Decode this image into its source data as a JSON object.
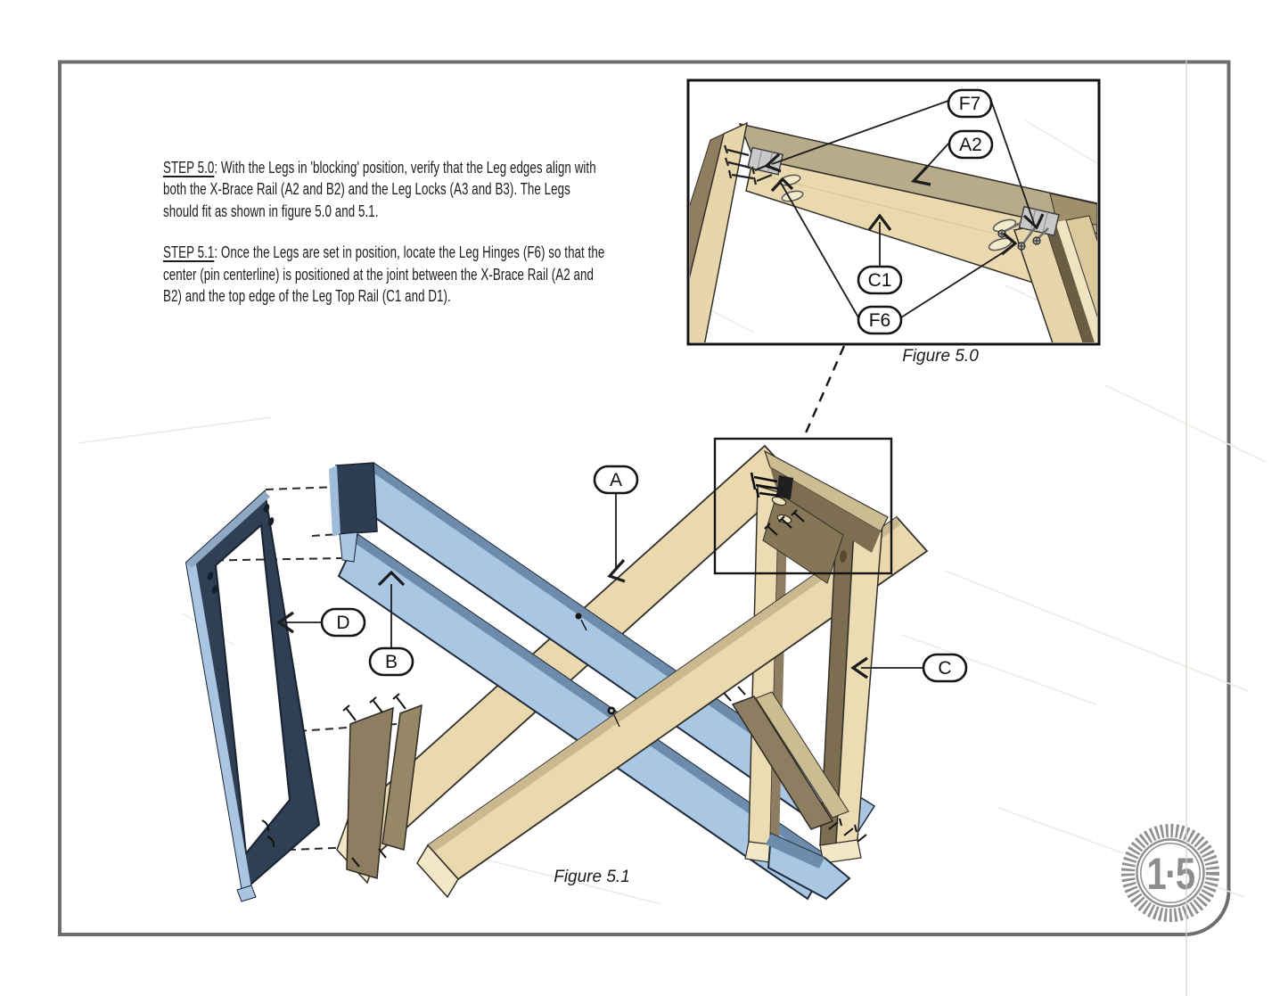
{
  "page": {
    "background": "#ffffff",
    "border_color": "#6e6e6e"
  },
  "instructions": {
    "step_50_label": "STEP 5.0",
    "step_50_text": ": With the Legs in 'blocking' position, verify that the Leg edges align with both the X-Brace Rail (A2 and B2) and the Leg Locks (A3 and B3). The Legs should fit as shown in figure 5.0 and 5.1.",
    "step_51_label": "STEP 5.1",
    "step_51_text": ": Once the Legs are set in position, locate the Leg Hinges (F6) so that the center (pin centerline) is positioned at the joint between the X-Brace Rail (A2 and B2) and the top edge of the Leg Top Rail (C1 and D1)."
  },
  "figure_50": {
    "caption": "Figure 5.0",
    "callout_f7": "F7",
    "callout_a2": "A2",
    "callout_c1": "C1",
    "callout_f6": "F6"
  },
  "figure_51": {
    "caption": "Figure 5.1",
    "callout_a": "A",
    "callout_b": "B",
    "callout_c": "C",
    "callout_d": "D"
  },
  "logo": {
    "text": "1·5"
  },
  "colors": {
    "wood_light": "#ead9ae",
    "wood_pale": "#f2e7c6",
    "wood_top": "#b7ab8a",
    "wood_dark": "#8d7e62",
    "wood_olive": "#7d6e52",
    "blue_light": "#a9c6e3",
    "blue_mid": "#6d8cab",
    "navy": "#2f3f54",
    "navy_edge": "#a9c5e2",
    "outline": "#33302a",
    "callout_border": "#141414",
    "hinge_gray": "#c9c9c9",
    "logo_gray": "#8d8d8d",
    "page_border": "#6e6e6e",
    "fold_line": "#d8d1c4"
  }
}
